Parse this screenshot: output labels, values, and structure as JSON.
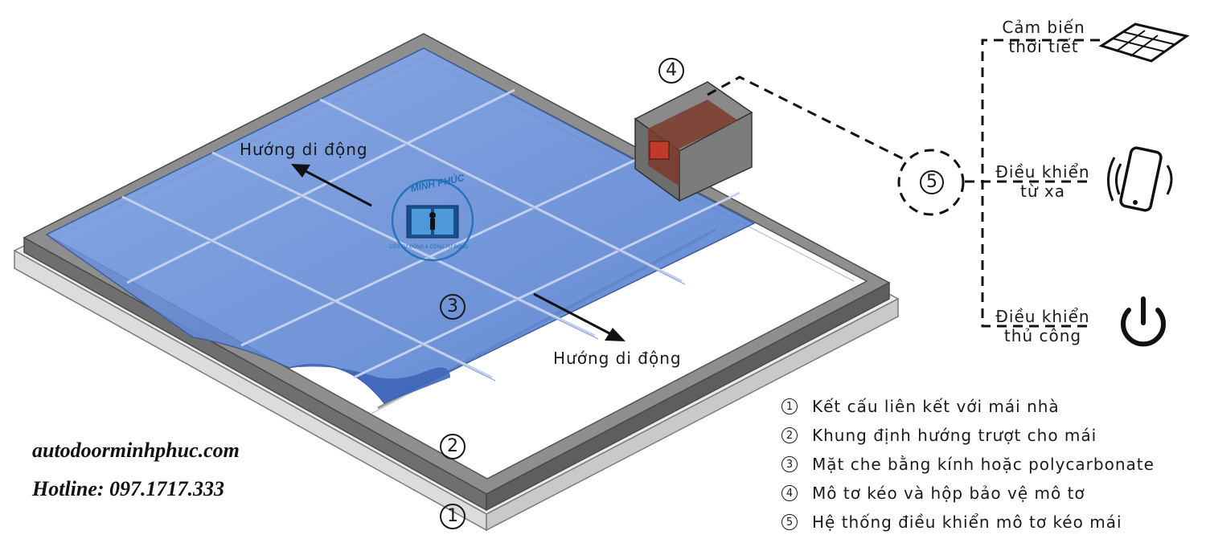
{
  "markers": {
    "m1": "1",
    "m2": "2",
    "m3": "3",
    "m4": "4",
    "m5": "5"
  },
  "direction_labels": {
    "open": "Hướng di động",
    "close": "Hướng di động"
  },
  "controls": {
    "weather_sensor": [
      "Cảm biến",
      "thời tiết"
    ],
    "remote": [
      "Điều khiển",
      "từ xa"
    ],
    "manual": [
      "Điều khiển",
      "thủ công"
    ]
  },
  "legend": [
    {
      "num": "1",
      "text": "Kết cấu liên kết với mái nhà"
    },
    {
      "num": "2",
      "text": "Khung định hướng trượt cho mái"
    },
    {
      "num": "3",
      "text": "Mặt che bằng kính hoặc polycarbonate"
    },
    {
      "num": "4",
      "text": "Mô tơ kéo và hộp bảo vệ mô tơ"
    },
    {
      "num": "5",
      "text": "Hệ thống điều khiển mô tơ kéo mái"
    }
  ],
  "logo": {
    "name": "MINH PHÚC",
    "tagline": "CỬA TỰ ĐỘNG & CỔNG TỰ ĐỘNG"
  },
  "brand": {
    "website": "autodoorminhphuc.com",
    "hotline": "Hotline: 097.1717.333"
  },
  "icons": {
    "weather_sensor": "solar-panel-icon",
    "remote": "smartphone-icon",
    "manual": "power-button-icon"
  },
  "colors": {
    "panel_blue": "#5b86d6",
    "frame_gray": "#8f8f8f",
    "base_gray": "#e7e7e7",
    "motor_brown": "#7b3b2c",
    "logo_blue": "#1f6fb8"
  }
}
